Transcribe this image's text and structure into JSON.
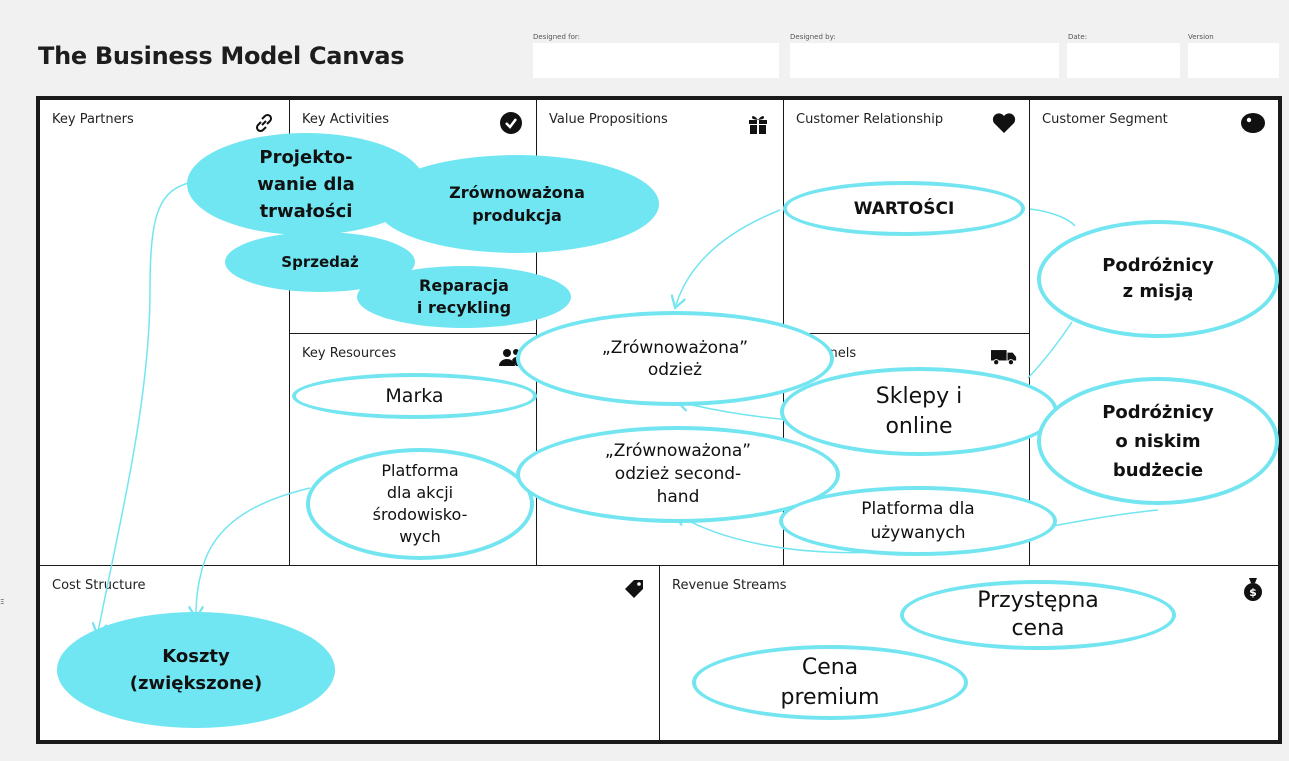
{
  "header": {
    "title": "The Business Model Canvas",
    "designed_for_label": "Designed for:",
    "designed_by_label": "Designed by:",
    "date_label": "Date:",
    "version_label": "Version"
  },
  "cells": {
    "key_partners": "Key Partners",
    "key_activities": "Key Activities",
    "key_resources": "Key Resources",
    "value_propositions": "Value Propositions",
    "customer_relationship": "Customer Relationship",
    "channels": "Channels",
    "customer_segment": "Customer Segment",
    "cost_structure": "Cost Structure",
    "revenue_streams": "Revenue Streams"
  },
  "icons": {
    "key_partners": "link-icon",
    "key_activities": "check-circle-icon",
    "value_propositions": "gift-icon",
    "customer_relationship": "heart-icon",
    "customer_segment": "face-icon",
    "key_resources": "people-icon",
    "channels": "truck-icon",
    "cost_structure": "tag-icon",
    "revenue_streams": "money-bag-icon"
  },
  "bubbles": {
    "projektowanie": "Projekto-\nwanie dla\ntrwałości",
    "zrownowazona_produkcja": "Zrównoważona\nprodukcja",
    "sprzedaz": "Sprzedaż",
    "reparacja": "Reparacja\ni recykling",
    "marka": "Marka",
    "platforma_akcji": "Platforma\ndla akcji\nśrodowisko-\nwych",
    "wartosci": "WARTOŚCI",
    "zrownowazona_odziez": "„Zrównoważona”\nodzież",
    "zrownowazona_odziez_second": "„Zrównoważona”\nodzież second-\nhand",
    "sklepy": "Sklepy i\nonline",
    "platforma_uzywanych": "Platforma dla\nużywanych",
    "podroznicy_misja": "Podróżnicy\nz misją",
    "podroznicy_budzet": "Podróżnicy\no niskim\nbudżecie",
    "koszty": "Koszty\n(zwiększone)",
    "przystepna_cena": "Przystępna\ncena",
    "cena_premium": "Cena\npremium"
  },
  "colors": {
    "accent": "#6fe6f2",
    "outline": "#72e5f1",
    "arrow": "#72e5f1",
    "border": "#1a1a1a"
  }
}
